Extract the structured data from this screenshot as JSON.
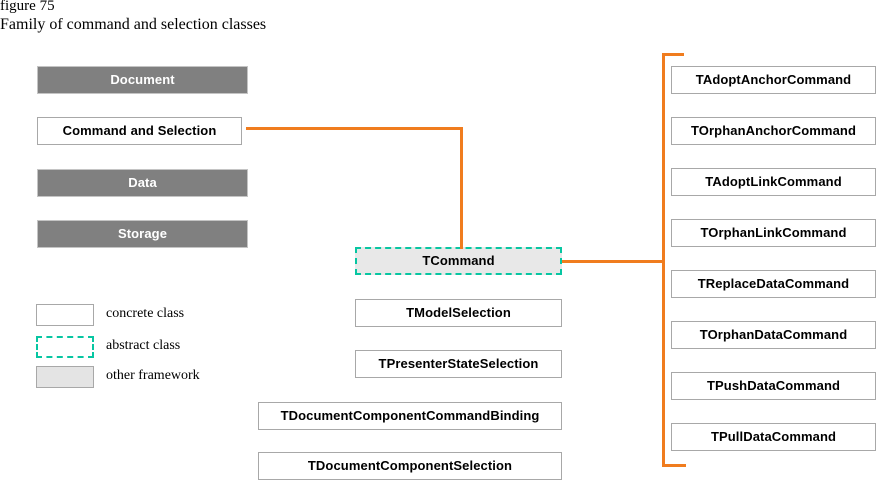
{
  "caption": {
    "figure_number": "figure 75",
    "title": "Family of command and selection classes"
  },
  "colors": {
    "connector": "#f07c1e",
    "abstract_border": "#07c6a2",
    "framework_fill": "#808080",
    "shadow": "#5a5a5a",
    "concrete_fill": "#ffffff",
    "abstract_fill": "#e8e8e8",
    "other_framework_fill": "#e4e4e4"
  },
  "left_column": [
    {
      "label": "Document",
      "kind": "other-framework"
    },
    {
      "label": "Command and Selection",
      "kind": "concrete"
    },
    {
      "label": "Data",
      "kind": "other-framework"
    },
    {
      "label": "Storage",
      "kind": "other-framework"
    }
  ],
  "middle_column": [
    {
      "label": "TCommand",
      "kind": "abstract"
    },
    {
      "label": "TModelSelection",
      "kind": "concrete"
    },
    {
      "label": "TPresenterStateSelection",
      "kind": "concrete"
    },
    {
      "label": "TDocumentComponentCommandBinding",
      "kind": "concrete"
    },
    {
      "label": "TDocumentComponentSelection",
      "kind": "concrete"
    }
  ],
  "right_column": [
    {
      "label": "TAdoptAnchorCommand",
      "kind": "concrete"
    },
    {
      "label": "TOrphanAnchorCommand",
      "kind": "concrete"
    },
    {
      "label": "TAdoptLinkCommand",
      "kind": "concrete"
    },
    {
      "label": "TOrphanLinkCommand",
      "kind": "concrete"
    },
    {
      "label": "TReplaceDataCommand",
      "kind": "concrete"
    },
    {
      "label": "TOrphanDataCommand",
      "kind": "concrete"
    },
    {
      "label": "TPushDataCommand",
      "kind": "concrete"
    },
    {
      "label": "TPullDataCommand",
      "kind": "concrete"
    }
  ],
  "legend": [
    {
      "label": "concrete class",
      "kind": "concrete"
    },
    {
      "label": "abstract class",
      "kind": "abstract"
    },
    {
      "label": "other framework",
      "kind": "other-framework"
    }
  ]
}
